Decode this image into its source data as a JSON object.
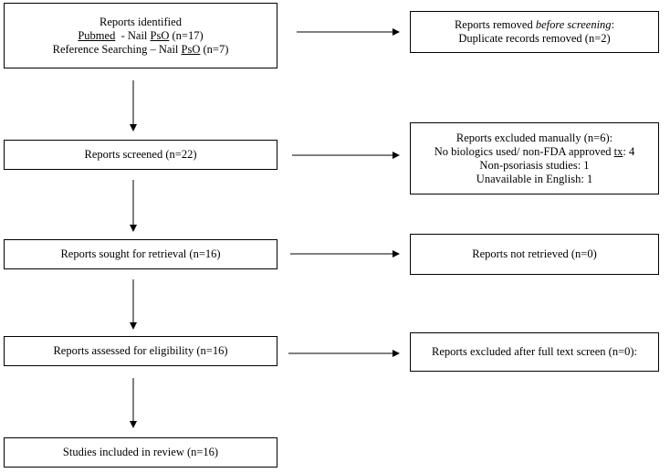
{
  "identified": {
    "title": "Reports identified",
    "pubmed_link": "Pubmed",
    "pubmed_rest": "  - Nail ",
    "pubmed_pso": "PsO",
    "pubmed_count": " (n=17)",
    "refsearch_prefix": "Reference Searching – Nail ",
    "refsearch_pso": "PsO",
    "refsearch_count": " (n=7)"
  },
  "removed": {
    "prefix": "Reports removed ",
    "italic": "before screening",
    "suffix": ":",
    "line2": "Duplicate records removed (n=2)"
  },
  "screened": {
    "label": "Reports screened (n=22)"
  },
  "excluded_manual": {
    "line1": "Reports excluded manually (n=6):",
    "line2_prefix": "No biologics used/ non-FDA approved ",
    "line2_tx": "tx",
    "line2_suffix": ": 4",
    "line3": "Non-psoriasis studies: 1",
    "line4": "Unavailable in English: 1"
  },
  "sought": {
    "label": "Reports sought for retrieval (n=16)"
  },
  "not_retrieved": {
    "label": "Reports not retrieved (n=0)"
  },
  "assessed": {
    "label": "Reports assessed for eligibility (n=16)"
  },
  "excluded_fulltext": {
    "label": "Reports excluded after full text screen (n=0):"
  },
  "included": {
    "label": "Studies included in review (n=16)"
  }
}
